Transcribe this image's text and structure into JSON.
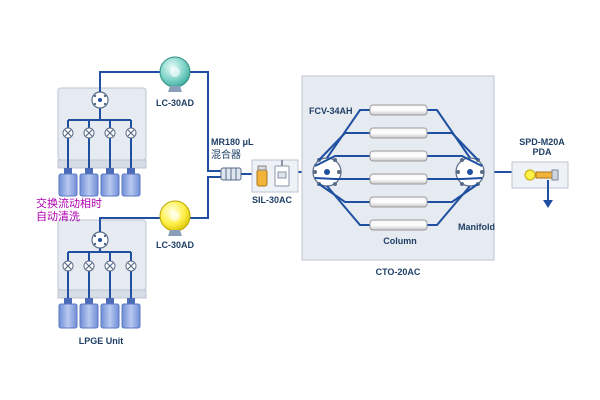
{
  "colors": {
    "line": "#1e4fa0",
    "panel_fill": "#e6eaf1",
    "panel_stroke": "#bcc5d2",
    "pump_top": "#7fd3c8",
    "pump_bottom": "#fff04a",
    "label": "#1f3f66",
    "note": "#b000b0",
    "bottle": "#8ca6de"
  },
  "labels": {
    "pump_a": "LC-30AD",
    "pump_b": "LC-30AD",
    "mixer_line1": "MR180 μL",
    "mixer_line2": "混合器",
    "autosampler": "SIL-30AC",
    "valve": "FCV-34AH",
    "column": "Column",
    "manifold": "Manifold",
    "oven": "CTO-20AC",
    "detector_line1": "SPD-M20A",
    "detector_line2": "PDA",
    "lpge": "LPGE Unit",
    "note_line1": "交换流动相时",
    "note_line2": "自动清洗"
  },
  "icons": {
    "pump_top": "pump-icon",
    "pump_bottom": "pump-icon",
    "autosampler": "autosampler-icon",
    "detector": "detector-flow-cell-icon",
    "drain": "drain-arrow-icon"
  }
}
